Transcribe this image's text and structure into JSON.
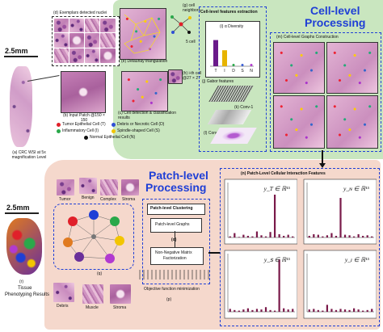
{
  "colors": {
    "cell_bg": "#c9e6bf",
    "patch_bg": "#f5d8cc",
    "dash": "#1f3fd6",
    "title": "#1f3fd6",
    "bar": "#7a1a4a",
    "tumor": "#e0202a",
    "inflammatory": "#2aa84a",
    "debris": "#2f4fd6",
    "spindle": "#f2c500",
    "normal": "#111111",
    "diversity_bars": [
      "#6a1a8a",
      "#e7b400",
      "#2aa84a",
      "#3a5fd6",
      "#b23ad0"
    ]
  },
  "scale_left": "2.5mm",
  "scale_bottom": "2.5mm",
  "labels": {
    "a": "(a) CRC WSI at 5x magnification Level",
    "b": "(b) Input Patch @150 × 150",
    "c": "(c) Cell detection & classification results",
    "d": "(d) Exemplars detected nuclei",
    "e": "(e) Delaunay triangulation",
    "f": "5 cell",
    "g": "(g) cell neighbors",
    "h": "(h) i-th cell @27 × 27",
    "i": "(i) α Diversity",
    "j": "(j) Gabor features",
    "k": "(k) Conv-1",
    "l": "(l) Conv-2",
    "m": "(m) Cell-level Graphs Construction",
    "n": "(n) Patch-Level Cellular Interaction Features",
    "o": "(o)",
    "p": "(p)",
    "q": "(q)",
    "r": "(r)"
  },
  "cell_level": {
    "title_line1": "Cell-level",
    "title_line2": "Processing",
    "features_title": "Cell-level features extraction"
  },
  "patch_level": {
    "title_line1": "Patch-level",
    "title_line2": "Processing"
  },
  "legend": [
    {
      "key": "tumor",
      "label": "Tumor Epithelial Cell (T)"
    },
    {
      "key": "debris",
      "label": "Debris or Necrotic Cell (D)"
    },
    {
      "key": "inflammatory",
      "label": "Inflammatory Cell (I)"
    },
    {
      "key": "spindle",
      "label": "Spindle-shaped Cell (S)"
    },
    {
      "key": "normal",
      "label": "Normal Epithelial Cell (N)"
    }
  ],
  "diversity_axis": [
    "T",
    "I",
    "D",
    "S",
    "N"
  ],
  "pipeline": {
    "clustering": "Patch-level Clustering",
    "graphs": "Patch-level Graphs",
    "nmf_line1": "Non-Negative Matrix",
    "nmf_line2": "Factorization",
    "objective": "Objective function minimization"
  },
  "tissue_top": [
    "Tumor",
    "Benign",
    "Complex",
    "Stroma"
  ],
  "tissue_bottom": [
    "Debris",
    "Muscle",
    "Stroma"
  ],
  "result": {
    "line1": "Tissue",
    "line2": "Phenotyping Results"
  },
  "chart_data": [
    {
      "type": "bar",
      "title": "y_Ƭ ∈ ℝ¹⁵",
      "values": [
        0.02,
        0.08,
        0.01,
        0.05,
        0.03,
        0.02,
        0.11,
        0.04,
        0.02,
        0.1,
        0.78,
        0.06,
        0.03,
        0.05,
        0.02
      ]
    },
    {
      "type": "bar",
      "title": "y_ɴ ∈ ℝ¹⁵",
      "values": [
        0.03,
        0.06,
        0.05,
        0.02,
        0.04,
        0.08,
        0.03,
        0.72,
        0.05,
        0.04,
        0.02,
        0.06,
        0.03,
        0.04,
        0.02
      ]
    },
    {
      "type": "bar",
      "title": "y_ꜱ ∈ ℝ¹⁵",
      "values": [
        0.05,
        0.03,
        0.02,
        0.04,
        0.06,
        0.03,
        0.05,
        0.04,
        0.08,
        0.03,
        0.02,
        0.9,
        0.06,
        0.04,
        0.05
      ]
    },
    {
      "type": "bar",
      "title": "y_ɪ ∈ ℝ¹⁵",
      "values": [
        0.04,
        0.05,
        0.03,
        0.02,
        0.12,
        0.05,
        0.03,
        0.05,
        0.04,
        0.03,
        0.06,
        0.04,
        0.02,
        0.03,
        0.05
      ]
    }
  ]
}
